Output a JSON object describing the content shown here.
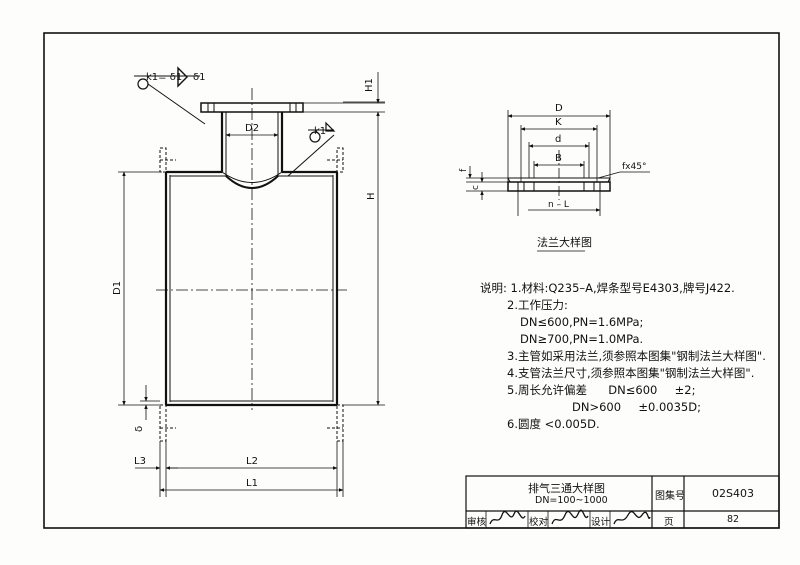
{
  "drawing": {
    "labels": {
      "k1_eq": "k1= δ1",
      "delta1": "δ1",
      "h1": "H1",
      "d2": "D2",
      "k1": "k1",
      "h": "H",
      "d1": "D1",
      "delta": "δ",
      "l3": "L3",
      "l2": "L2",
      "l1": "L1"
    }
  },
  "flange_detail": {
    "labels": {
      "D": "D",
      "K": "K",
      "d": "d",
      "B": "B",
      "f": "f",
      "c": "c",
      "fx45": "fx45°",
      "nL": "n – L"
    },
    "title": "法兰大样图"
  },
  "notes": {
    "heading": "说明:",
    "items": [
      "1.材料:Q235–A,焊条型号E4303,牌号J422.",
      "2.工作压力:",
      "DN≤600,PN=1.6MPa;",
      "DN≥700,PN=1.0MPa.",
      "3.主管如采用法兰,须参照本图集\"钢制法兰大样图\".",
      "4.支管法兰尺寸,须参照本图集\"钢制法兰大样图\".",
      "5.周长允许偏差",
      "DN≤600",
      "±2;",
      "DN>600",
      "±0.0035D;",
      "6.圆度 <0.005D."
    ]
  },
  "title_block": {
    "title": "排气三通大样图",
    "subtitle": "DN=100~1000",
    "atlas_label": "图集号",
    "atlas_no": "02S403",
    "review_label": "审核",
    "check_label": "校对",
    "design_label": "设计",
    "page_label": "页",
    "page_no": "82"
  }
}
